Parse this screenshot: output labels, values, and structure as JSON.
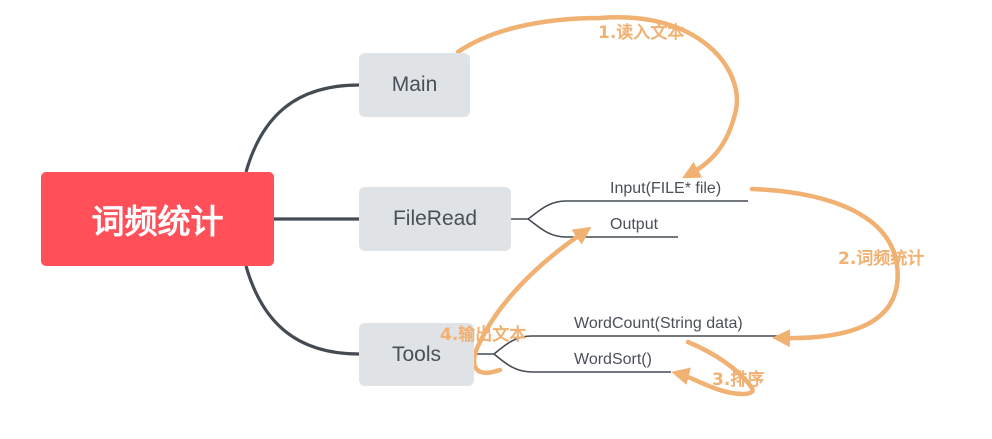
{
  "root": {
    "label": "词频统计",
    "color": "#ff5059"
  },
  "branches": [
    {
      "label": "Main"
    },
    {
      "label": "FileRead",
      "children": [
        "Input(FILE* file)",
        "Output"
      ]
    },
    {
      "label": "Tools",
      "children": [
        "WordCount(String data)",
        "WordSort()"
      ]
    }
  ],
  "steps": [
    "1.读入文本",
    "2.词频统计",
    "3.排序",
    "4.输出文本"
  ],
  "colors": {
    "connector": "#454b53",
    "flow": "#f0b172",
    "node_fill": "#dfe3e6"
  }
}
